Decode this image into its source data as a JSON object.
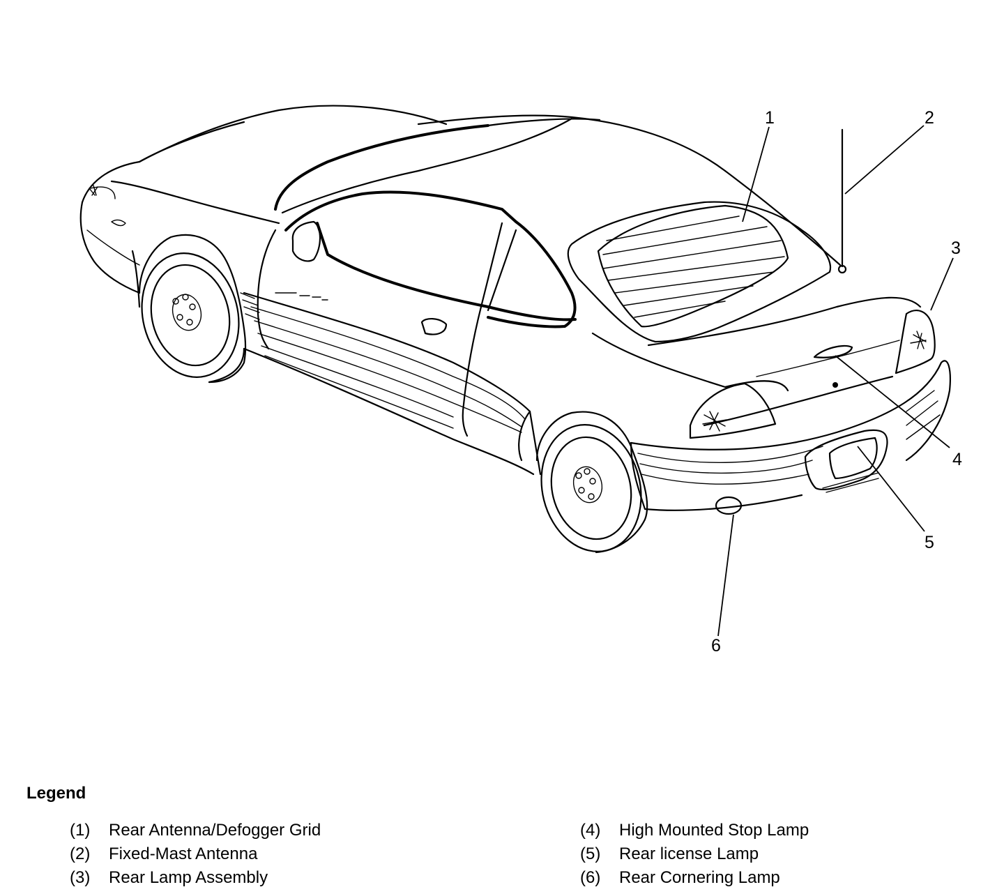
{
  "callouts": [
    {
      "id": "1",
      "label": "1"
    },
    {
      "id": "2",
      "label": "2"
    },
    {
      "id": "3",
      "label": "3"
    },
    {
      "id": "4",
      "label": "4"
    },
    {
      "id": "5",
      "label": "5"
    },
    {
      "id": "6",
      "label": "6"
    }
  ],
  "legend": {
    "title": "Legend",
    "items": [
      {
        "num": "(1)",
        "text": "Rear Antenna/Defogger Grid"
      },
      {
        "num": "(2)",
        "text": "Fixed-Mast Antenna"
      },
      {
        "num": "(3)",
        "text": "Rear Lamp Assembly"
      },
      {
        "num": "(4)",
        "text": "High Mounted Stop Lamp"
      },
      {
        "num": "(5)",
        "text": "Rear license Lamp"
      },
      {
        "num": "(6)",
        "text": "Rear Cornering Lamp"
      }
    ]
  }
}
